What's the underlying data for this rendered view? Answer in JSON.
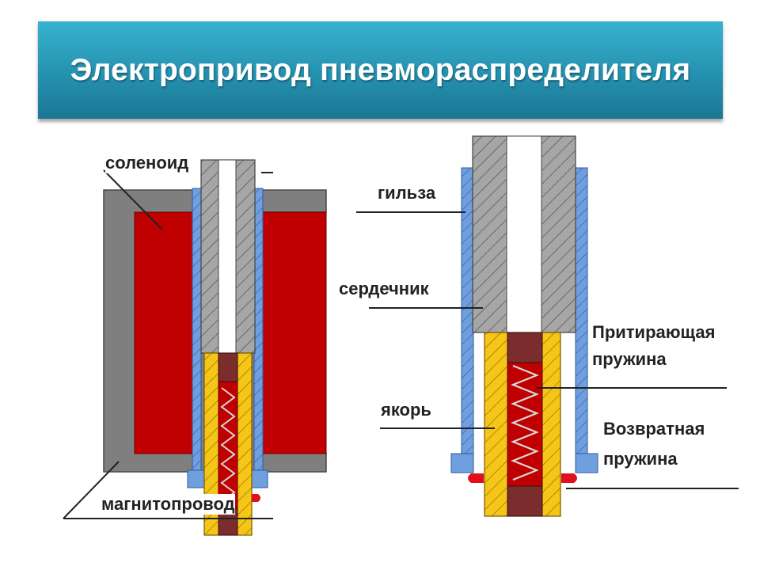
{
  "title": "Электропривод пневмораспределителя",
  "labels": {
    "solenoid": "соленоид",
    "magnetic_circuit": "магнитопровод",
    "sleeve": "гильза",
    "core": "сердечник",
    "armature": "якорь",
    "lapping_spring_line1": "Притирающая",
    "lapping_spring_line2": "пружина",
    "return_spring_line1": "Возвратная",
    "return_spring_line2": "пружина"
  },
  "colors": {
    "title_bar": "#2a9abb",
    "coil": "#c00000",
    "magnetic_circuit": "#7f7f7f",
    "sleeve": "#6f9fdf",
    "core": "#a6a6a6",
    "armature": "#f5c518",
    "plug": "#7b2c2c",
    "seal": "#e0101e"
  }
}
